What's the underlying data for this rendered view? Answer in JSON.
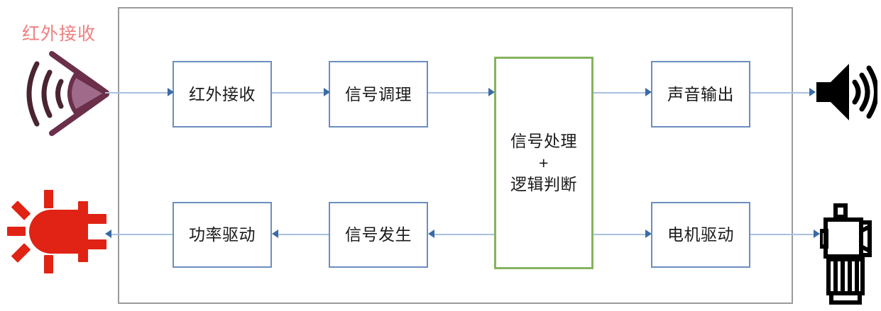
{
  "diagram": {
    "title_label": "红外接收",
    "enclosure": {
      "name": "system-enclosure"
    },
    "blocks": [
      {
        "id": "ir-receive",
        "label": "红外接收",
        "border": "#6c8ebf",
        "row": "top"
      },
      {
        "id": "signal-condition",
        "label": "信号调理",
        "border": "#6c8ebf",
        "row": "top"
      },
      {
        "id": "signal-processing",
        "label": "信号处理\n+\n逻辑判断",
        "border": "#86b35e",
        "row": "center"
      },
      {
        "id": "sound-output",
        "label": "声音输出",
        "border": "#6c8ebf",
        "row": "top"
      },
      {
        "id": "power-drive",
        "label": "功率驱动",
        "border": "#6c8ebf",
        "row": "bottom"
      },
      {
        "id": "signal-generate",
        "label": "信号发生",
        "border": "#6c8ebf",
        "row": "bottom"
      },
      {
        "id": "motor-drive",
        "label": "电机驱动",
        "border": "#6c8ebf",
        "row": "bottom"
      }
    ],
    "icons": [
      {
        "id": "ir-receiver-icon",
        "name": "infrared-receiver-icon",
        "color": "#6b2f4a",
        "fill": "#a06b8a"
      },
      {
        "id": "led-icon",
        "name": "red-led-lamp-icon",
        "color": "#e02314"
      },
      {
        "id": "speaker-icon",
        "name": "speaker-sound-icon",
        "color": "#000000"
      },
      {
        "id": "motor-icon",
        "name": "electric-motor-icon",
        "color": "#000000"
      }
    ],
    "connectors": [
      {
        "id": "c1",
        "from": "ir-receiver-icon",
        "to": "ir-receive",
        "direction": "right"
      },
      {
        "id": "c2",
        "from": "ir-receive",
        "to": "signal-condition",
        "direction": "right"
      },
      {
        "id": "c3",
        "from": "signal-condition",
        "to": "signal-processing",
        "direction": "right"
      },
      {
        "id": "c4",
        "from": "signal-processing",
        "to": "sound-output",
        "direction": "right"
      },
      {
        "id": "c5",
        "from": "sound-output",
        "to": "speaker-icon",
        "direction": "right"
      },
      {
        "id": "c6",
        "from": "signal-processing",
        "to": "motor-drive",
        "direction": "right"
      },
      {
        "id": "c7",
        "from": "motor-drive",
        "to": "motor-icon",
        "direction": "right"
      },
      {
        "id": "c8",
        "from": "signal-processing",
        "to": "signal-generate",
        "direction": "left"
      },
      {
        "id": "c9",
        "from": "signal-generate",
        "to": "power-drive",
        "direction": "left"
      },
      {
        "id": "c10",
        "from": "power-drive",
        "to": "led-icon",
        "direction": "left"
      }
    ],
    "colors": {
      "box_blue_border": "#6c8ebf",
      "box_green_border": "#86b35e",
      "connector_line": "#a8c0e0",
      "arrow_head": "#3b6ba5",
      "enclosure_border": "#9a9a9a",
      "label_red": "#ef8080",
      "led_red": "#e02314",
      "ir_lens": "#a06b8a"
    }
  }
}
